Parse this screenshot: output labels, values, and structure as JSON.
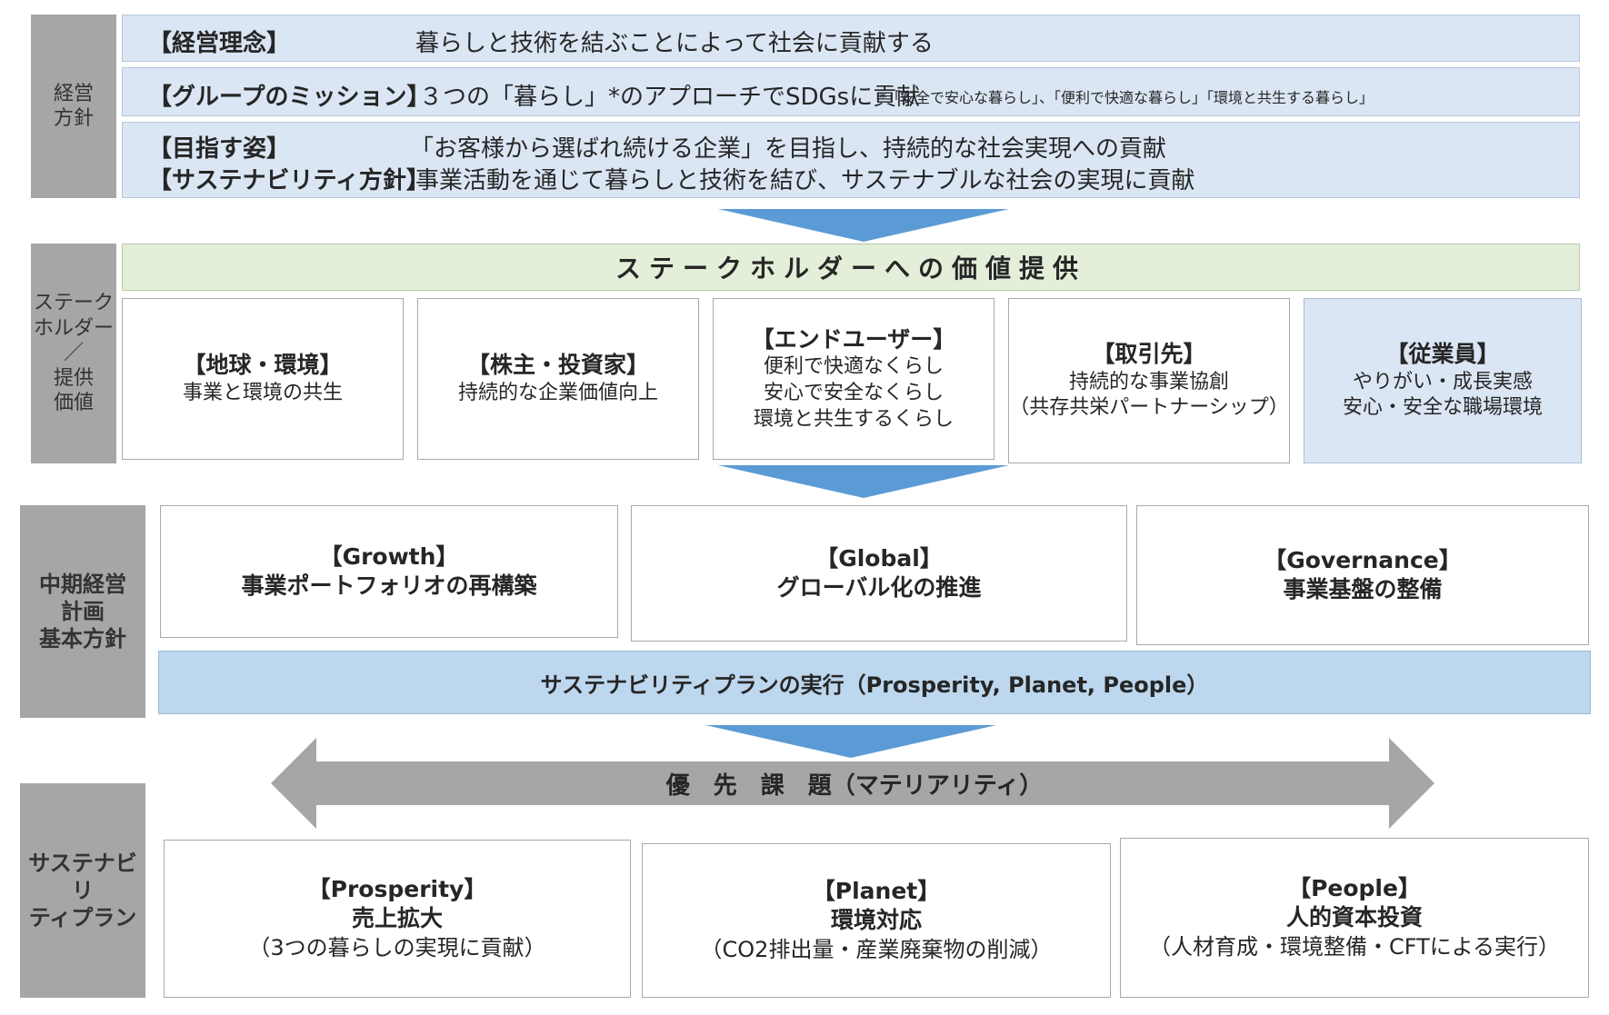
{
  "colors": {
    "side_gray": "#a6a6a6",
    "light_blue": "#dbe6f4",
    "plan_blue": "#bdd7ee",
    "arrow_blue": "#5b9bd5",
    "light_green": "#e3efd9",
    "arrow_gray": "#a6a6a6"
  },
  "icons": [
    "down-arrow-icon",
    "double-arrow-icon"
  ],
  "management": {
    "side_label": "経営\n方針",
    "rows": [
      {
        "label": "【経営理念】",
        "text": "暮らしと技術を結ぶことによって社会に貢献する"
      },
      {
        "label": "【グループのミッション】",
        "text": "３つの「暮らし」*のアプローチでSDGsに貢献",
        "note": "*「安全で安心な暮らし」、「便利で快適な暮らし」「環境と共生する暮らし」"
      },
      {
        "label": "【目指す姿】",
        "text": "「お客様から選ばれ続ける企業」を目指し、持続的な社会実現への貢献"
      },
      {
        "label": "【サステナビリティ方針】",
        "text": "事業活動を通じて暮らしと技術を結び、サステナブルな社会の実現に貢献"
      }
    ]
  },
  "stakeholder": {
    "side_label": "ステーク\nホルダー\n／\n提供\n価値",
    "header": "ステークホルダーへの価値提供",
    "cards": [
      {
        "title": "【地球・環境】",
        "body": "事業と環境の共生"
      },
      {
        "title": "【株主・投資家】",
        "body": "持続的な企業価値向上"
      },
      {
        "title": "【エンドユーザー】",
        "body": "便利で快適なくらし\n安心で安全なくらし\n環境と共生するくらし"
      },
      {
        "title": "【取引先】",
        "body": "持続的な事業協創\n（共存共栄パートナーシップ）"
      },
      {
        "title": "【従業員】",
        "body": "やりがい・成長実感\n安心・安全な職場環境"
      }
    ]
  },
  "midterm": {
    "side_label": "中期経営\n計画\n基本方針",
    "cards": [
      {
        "title": "【Growth】",
        "body": "事業ポートフォリオの再構築"
      },
      {
        "title": "【Global】",
        "body": "グローバル化の推進"
      },
      {
        "title": "【Governance】",
        "body": "事業基盤の整備"
      }
    ],
    "plan_bar": "サステナビリティプランの実行（Prosperity, Planet, People）"
  },
  "sustainability": {
    "side_label": "サステナビリ\nティプラン",
    "priority": "優　先　課　題（マテリアリティ）",
    "cards": [
      {
        "title": "【Prosperity】",
        "body": "売上拡大",
        "sub": "（3つの暮らしの実現に貢献）"
      },
      {
        "title": "【Planet】",
        "body": "環境対応",
        "sub": "（CO2排出量・産業廃棄物の削減）"
      },
      {
        "title": "【People】",
        "body": "人的資本投資",
        "sub": "（人材育成・環境整備・CFTによる実行）"
      }
    ]
  }
}
